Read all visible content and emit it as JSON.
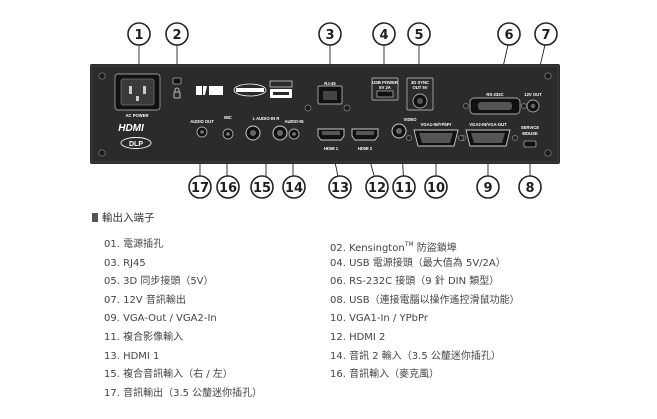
{
  "callouts": {
    "top": [
      "1",
      "2",
      "3",
      "4",
      "5",
      "6",
      "7"
    ],
    "bottom": [
      "17",
      "16",
      "15",
      "14",
      "13",
      "12",
      "11",
      "10",
      "9",
      "8"
    ]
  },
  "panel": {
    "ac_power": "AC POWER",
    "hdmi_logo": "HDMI",
    "dlp_logo": "DLP",
    "rs232c": "RS-232C",
    "rj45": "RJ-45",
    "usb_power": "USB POWER",
    "usb_power_rating": "5V 2A",
    "sync_3d": "3D SYNC",
    "sync_3d_rating": "OUT 5V",
    "out_12v": "12V OUT",
    "audio_out": "AUDIO OUT",
    "mic": "MIC",
    "audio_in_lr": "L  AUDIO-IN  R",
    "audio_in": "AUDIO-IN",
    "hdmi1": "HDMI 1",
    "hdmi2": "HDMI 2",
    "video": "VIDEO",
    "vga1_in": "VGA1-IN/YPbPr",
    "vga_out": "VGA2-IN/VGA-OUT",
    "service": "SERVICE",
    "mouse": "MOUSE"
  },
  "section": {
    "title": "輸出入端子"
  },
  "legend_left": [
    "01. 電源插孔",
    "03. RJ45",
    "05. 3D 同步接頭（5V）",
    "07. 12V 音訊輸出",
    "09. VGA-Out / VGA2-In",
    "11. 複合影像輸入",
    "13. HDMI 1",
    "15. 複合音訊輸入（右 / 左）",
    "17. 音訊輸出（3.5 公釐迷你插孔）"
  ],
  "legend_right": {
    "item02_prefix": "02. Kensington",
    "item02_tm": "TM",
    "item02_suffix": " 防盜鎖埠",
    "items": [
      "04. USB 電源接頭（最大值為 5V/2A）",
      "06. RS-232C 接頭（9 針 DIN 類型）",
      "08. USB（連接電腦以操作遙控滑鼠功能）",
      "10. VGA1-In / YPbPr",
      "12. HDMI 2",
      "14. 音訊 2 輸入（3.5 公釐迷你插孔）",
      "16. 音訊輸入（麥克風）"
    ]
  }
}
